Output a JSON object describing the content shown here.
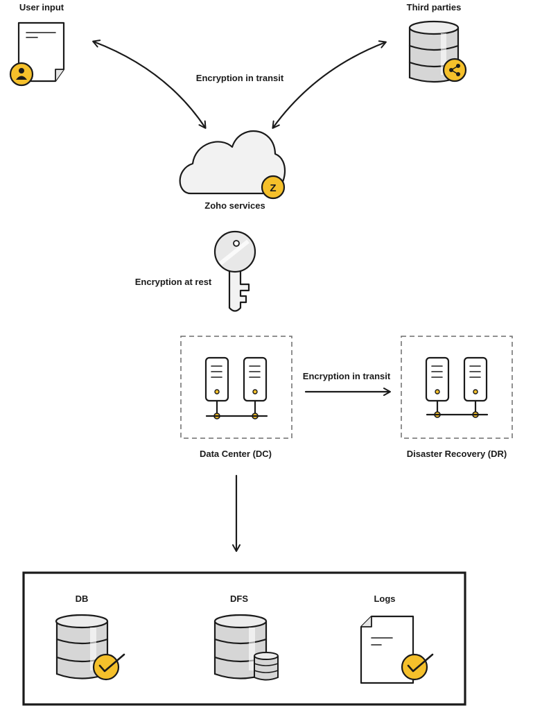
{
  "diagram": {
    "nodes": {
      "user_input": "User input",
      "third_parties": "Third parties",
      "zoho_services": "Zoho services",
      "data_center": "Data Center (DC)",
      "disaster_recovery": "Disaster Recovery (DR)",
      "db": "DB",
      "dfs": "DFS",
      "logs": "Logs"
    },
    "edge_labels": {
      "transit_top": "Encryption in transit",
      "at_rest": "Encryption at rest",
      "transit_dc_dr": "Encryption in transit"
    },
    "badges": {
      "zoho_letter": "Z"
    }
  },
  "colors": {
    "ink": "#1a1a1a",
    "accent_yellow": "#f5c02b",
    "db_gray": "#cfcfcf",
    "paper": "#ffffff",
    "dashed_frame": "#6b6b6b"
  }
}
